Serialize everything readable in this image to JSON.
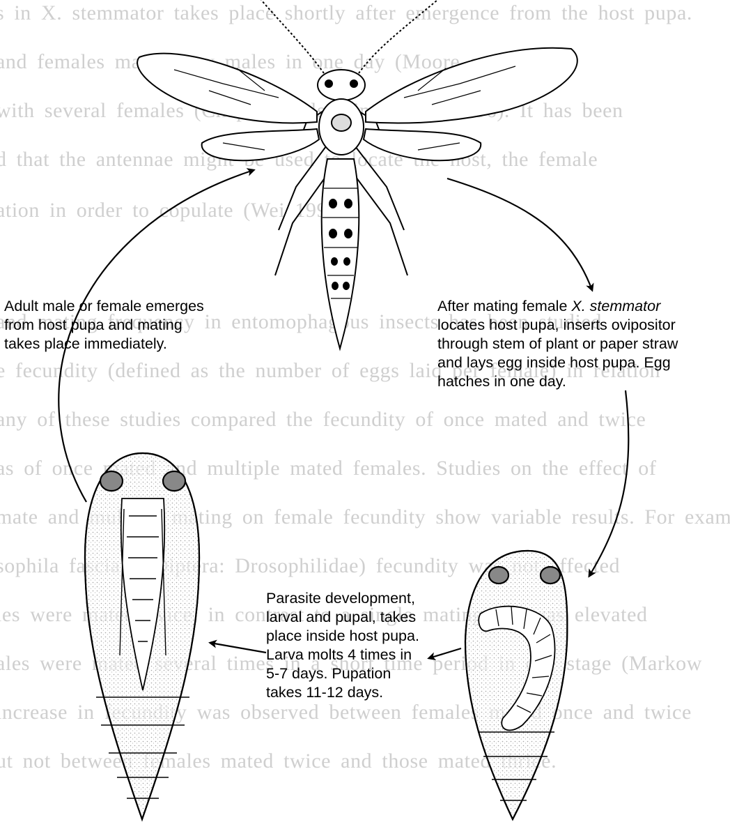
{
  "background_text": [
    "s in X. stemmator takes place shortly after emergence from the host pupa.",
    "and females mate many males in one day (Moore and Pe...",
    "with several females (Chapter 4 also Emergence 1996). It has been",
    "d that the antennae might be used to locate the host, the female",
    "ation in order to copulate (Wei 1995).",
    "",
    "and mating frequency in entomophagous insects has been studied",
    "e fecundity (defined as the number of eggs laid per female) in relation",
    "any of these studies compared the fecundity of once mated and twice",
    "as of once mated and multiple mated females. Studies on the effect of",
    "mate and multiple mating on female fecundity show variable results. For example",
    "sophila fasciata (Diptera: Drosophilidae) fecundity was not affected",
    "les were mated twice, in contrast to a single mating but was elevated",
    "ales were mated several times in a short time period in one stage (Markow",
    "increase in fecundity was observed between females mated once and twice",
    "ut not between females mated twice and those mated thrice."
  ],
  "labels": {
    "adult": [
      "Adult male or female emerges",
      "from host pupa and mating",
      "takes place immediately."
    ],
    "mating": {
      "line1_prefix": "After mating female ",
      "line1_species": "X. stemmator",
      "lines": [
        "locates host pupa, inserts ovipositor",
        "through stem of plant or paper straw",
        "and lays egg inside host pupa. Egg",
        "hatches in one day."
      ]
    },
    "development": [
      "Parasite  development,",
      "larval and pupal, takes",
      "place inside host pupa.",
      "Larva molts 4 times in",
      "5-7 days. Pupation",
      "takes 11-12 days."
    ]
  },
  "figures": {
    "adult": "adult-wasp",
    "pupa_left": "parasite-pupa-in-host",
    "pupa_right": "larva-in-host-pupa"
  }
}
